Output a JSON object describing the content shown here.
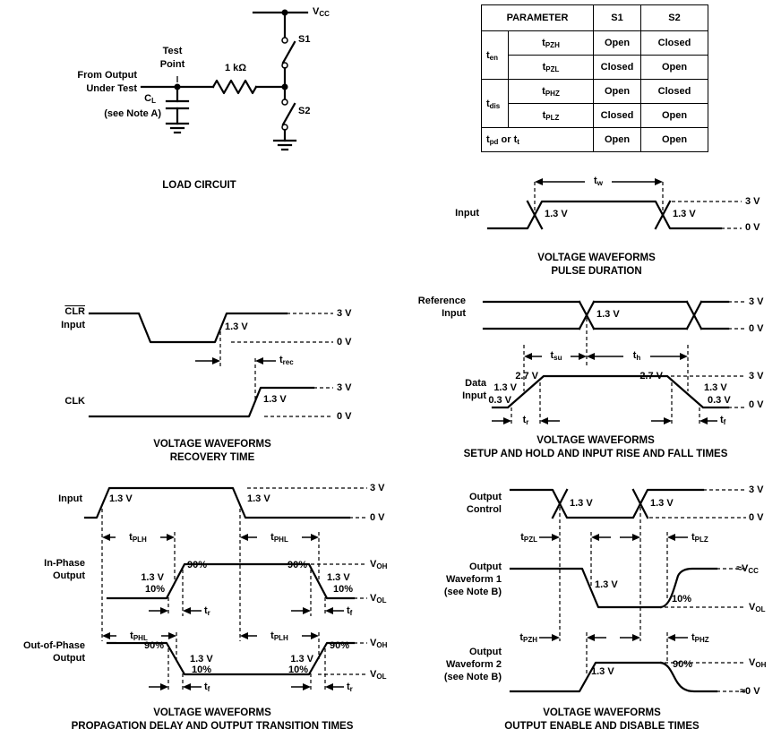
{
  "common": {
    "v13": "1.3 V",
    "v3": "3 V",
    "v0": "0 V",
    "voh": "V~OH~",
    "vol": "V~OL~",
    "p90": "90%",
    "p10": "10%",
    "tr": "t~r~",
    "tf": "t~f~",
    "voltage_waveforms": "VOLTAGE WAVEFORMS"
  },
  "load_circuit": {
    "vcc": "V~CC~",
    "s1": "S1",
    "s2": "S2",
    "test_point_line1": "Test",
    "test_point_line2": "Point",
    "resistor": "1 kΩ",
    "from_output_line1": "From Output",
    "from_output_line2": "Under Test",
    "cl": "C~L~",
    "cl_note": "(see Note A)",
    "caption": "LOAD CIRCUIT"
  },
  "table": {
    "headers": {
      "parameter": "PARAMETER",
      "s1": "S1",
      "s2": "S2"
    },
    "rows": [
      {
        "group": "t~en~",
        "param": "t~PZH~",
        "s1": "Open",
        "s2": "Closed"
      },
      {
        "group": "",
        "param": "t~PZL~",
        "s1": "Closed",
        "s2": "Open"
      },
      {
        "group": "t~dis~",
        "param": "t~PHZ~",
        "s1": "Open",
        "s2": "Closed"
      },
      {
        "group": "",
        "param": "t~PLZ~",
        "s1": "Closed",
        "s2": "Open"
      },
      {
        "group": "t~pd~ or t~t~",
        "param": "",
        "s1": "Open",
        "s2": "Open"
      }
    ]
  },
  "pulse_duration": {
    "input_label": "Input",
    "tw": "t~w~",
    "caption_line2": "PULSE DURATION"
  },
  "recovery_time": {
    "clr": "CLR",
    "input_label": "Input",
    "clk": "CLK",
    "trec": "t~rec~",
    "caption_line2": "RECOVERY TIME"
  },
  "setup_hold": {
    "ref_line1": "Reference",
    "ref_line2": "Input",
    "data_line1": "Data",
    "data_line2": "Input",
    "tsu": "t~su~",
    "th": "t~h~",
    "v27": "2.7 V",
    "v03": "0.3 V",
    "caption_line2": "SETUP AND HOLD AND INPUT RISE AND FALL TIMES"
  },
  "prop_delay": {
    "input_label": "Input",
    "in_phase_line1": "In-Phase",
    "in_phase_line2": "Output",
    "out_phase_line1": "Out-of-Phase",
    "out_phase_line2": "Output",
    "tplh": "t~PLH~",
    "tphl": "t~PHL~",
    "caption_line2": "PROPAGATION DELAY AND OUTPUT TRANSITION TIMES"
  },
  "enable_disable": {
    "ctrl_line1": "Output",
    "ctrl_line2": "Control",
    "wf1_line1": "Output",
    "wf1_line2": "Waveform 1",
    "wf1_line3": "(see Note B)",
    "wf2_line1": "Output",
    "wf2_line2": "Waveform 2",
    "wf2_line3": "(see Note B)",
    "tpzl": "t~PZL~",
    "tplz": "t~PLZ~",
    "tpzh": "t~PZH~",
    "tphz": "t~PHZ~",
    "vcc_approx": "≈V~CC~",
    "v0_approx": "≈0 V",
    "caption_line2": "OUTPUT ENABLE AND DISABLE TIMES"
  }
}
